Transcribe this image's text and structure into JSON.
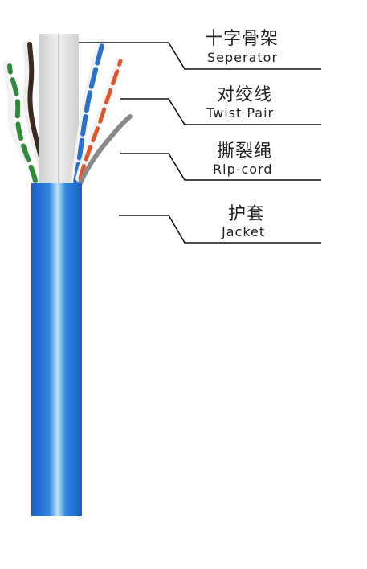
{
  "labels": [
    {
      "zh": "十字骨架",
      "en": "Seperator"
    },
    {
      "zh": "对绞线",
      "en": "Twist Pair"
    },
    {
      "zh": "撕裂绳",
      "en": "Rip-cord"
    },
    {
      "zh": "护套",
      "en": "Jacket"
    }
  ],
  "colors": {
    "jacket": "#1f6fd8",
    "jacket_highlight": "#bfe3f7",
    "separator": "#dcdcdc",
    "ripcord": "#8a8a8a",
    "pair_blue": "#2a72c9",
    "pair_orange": "#e2532c",
    "pair_green": "#2f8a3a",
    "pair_brown": "#3a2a20"
  },
  "icons": [
    "cable-cutaway-illustration"
  ]
}
